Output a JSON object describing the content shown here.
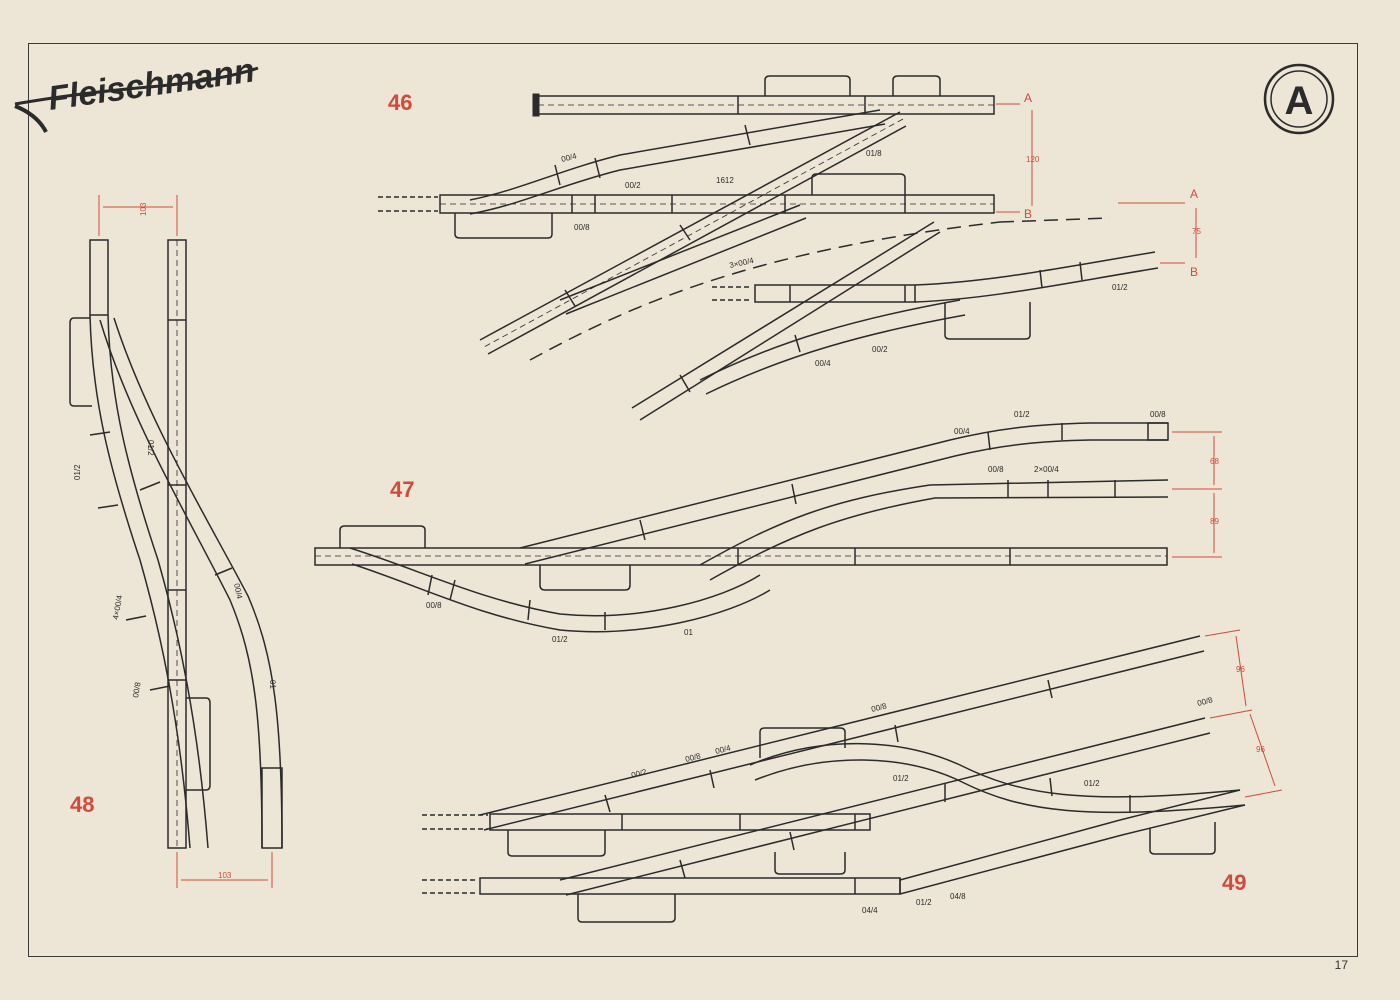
{
  "brand": {
    "name": "Fleischmann"
  },
  "badge": {
    "letter": "A"
  },
  "page": {
    "number": "17"
  },
  "colors": {
    "ink": "#2b2b2b",
    "accent": "#d24a3a",
    "paper": "#ede5d6"
  },
  "figures": [
    {
      "number": "46",
      "track_labels": [
        "00/4",
        "00/2",
        "1612",
        "00/8",
        "01/8",
        "3×00/4",
        "00/4",
        "00/2",
        "01/2"
      ],
      "markers": [
        "A",
        "B",
        "A",
        "B"
      ],
      "dimensions": [
        "120",
        "75"
      ]
    },
    {
      "number": "47",
      "track_labels": [
        "00/4",
        "01/2",
        "00/8",
        "00/8",
        "2×00/4",
        "00/8",
        "01/2",
        "01"
      ],
      "dimensions": [
        "68",
        "89"
      ]
    },
    {
      "number": "48",
      "track_labels": [
        "01/2",
        "01/2",
        "4×00/4",
        "00/8",
        "00/4",
        "01"
      ],
      "dimensions": [
        "103",
        "103"
      ]
    },
    {
      "number": "49",
      "track_labels": [
        "00/2",
        "00/8",
        "00/4",
        "00/8",
        "00/8",
        "01/2",
        "01/2",
        "04/4",
        "01/2",
        "04/8"
      ],
      "dimensions": [
        "96",
        "96"
      ]
    }
  ]
}
